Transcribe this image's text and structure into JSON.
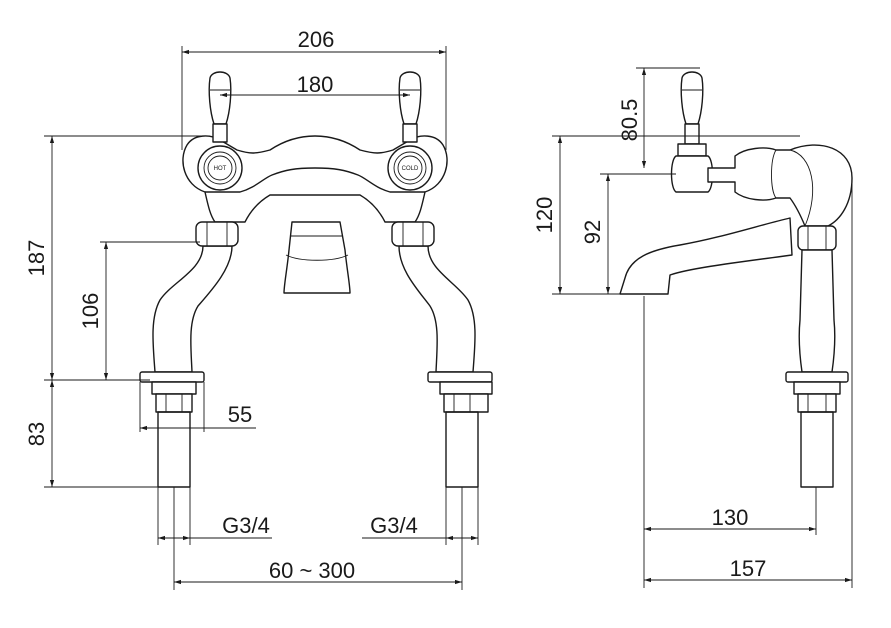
{
  "front_view": {
    "dimensions": {
      "overall_width": "206",
      "handle_centers": "180",
      "overall_height": "187",
      "body_height": "106",
      "tail_length": "83",
      "flange": "55",
      "thread_left": "G3/4",
      "thread_right": "G3/4",
      "centers_range": "60 ~ 300"
    },
    "handle_labels": {
      "hot": "HOT",
      "cold": "COLD"
    }
  },
  "side_view": {
    "dimensions": {
      "handle_height": "80.5",
      "overall_height": "120",
      "spout_height": "92",
      "spout_reach": "130",
      "overall_depth": "157"
    }
  }
}
